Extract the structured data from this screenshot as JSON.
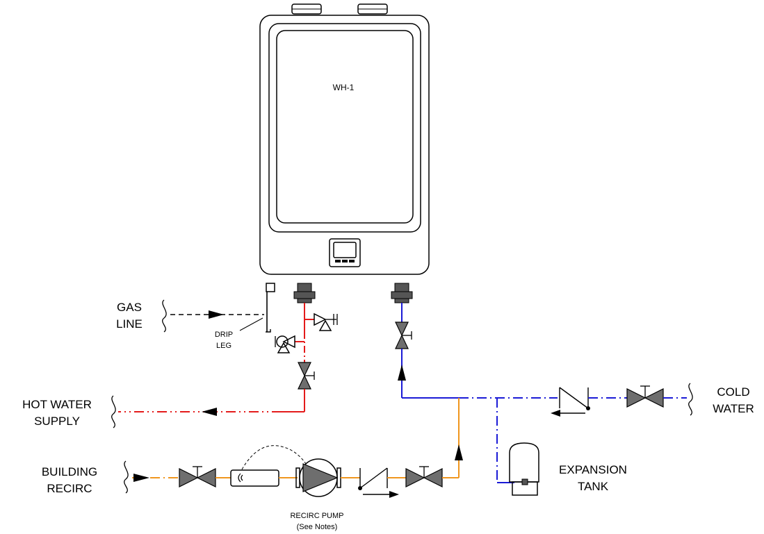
{
  "diagram": {
    "heater_label": "WH-1",
    "labels": {
      "gas_line": [
        "GAS",
        "LINE"
      ],
      "drip_leg": [
        "DRIP",
        "LEG"
      ],
      "hot_water_supply": [
        "HOT WATER",
        "SUPPLY"
      ],
      "building_recirc": [
        "BUILDING",
        "RECIRC"
      ],
      "recirc_pump": [
        "RECIRC PUMP",
        "(See Notes)"
      ],
      "cold_water": [
        "COLD",
        "WATER"
      ],
      "expansion_tank": [
        "EXPANSION",
        "TANK"
      ]
    },
    "colors": {
      "hot_water": "#e41a1a",
      "cold_water": "#1a1ad6",
      "recirc": "#f0961e",
      "gas": "#000000",
      "valve_fill": "#6e6e6e"
    }
  }
}
